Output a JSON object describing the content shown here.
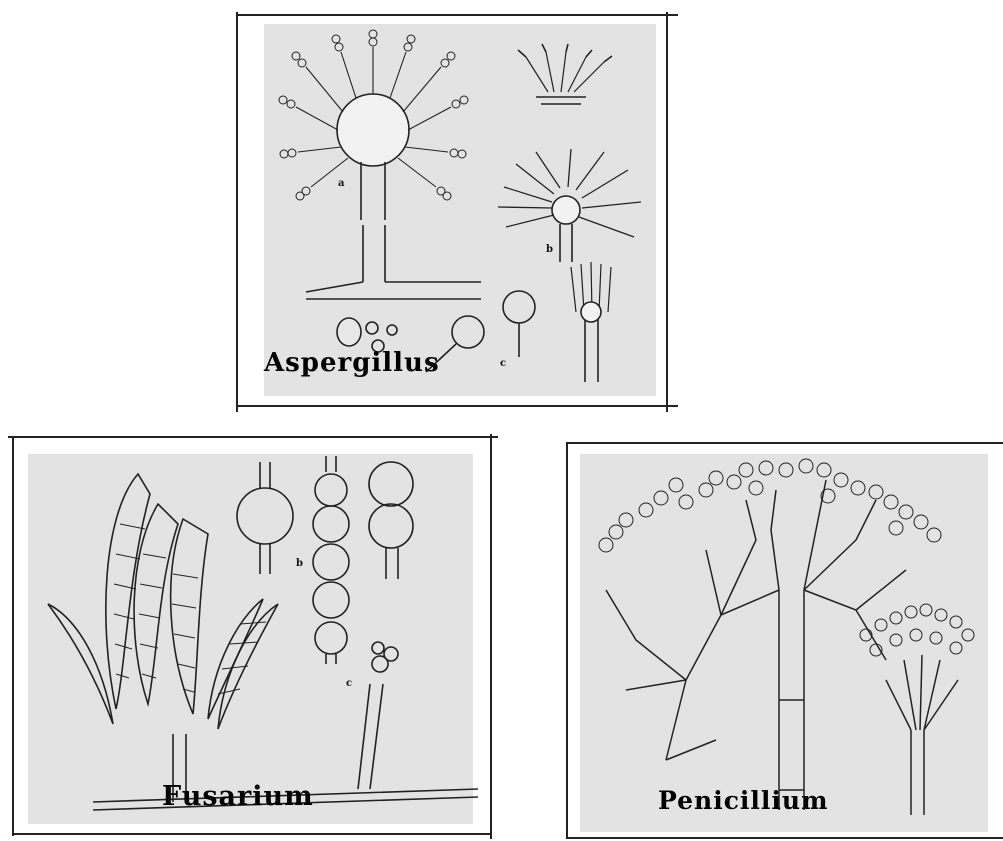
{
  "panels": {
    "aspergillus": {
      "name": "Aspergillus",
      "part_labels": [
        "a",
        "b",
        "c"
      ]
    },
    "fusarium": {
      "name": "Fusarium",
      "part_labels": [
        "b",
        "c"
      ]
    },
    "penicillium": {
      "name": "Penicillium"
    }
  },
  "colors": {
    "panel_background": "#e3e3e3",
    "ink": "#222222",
    "frame": "#222222"
  }
}
